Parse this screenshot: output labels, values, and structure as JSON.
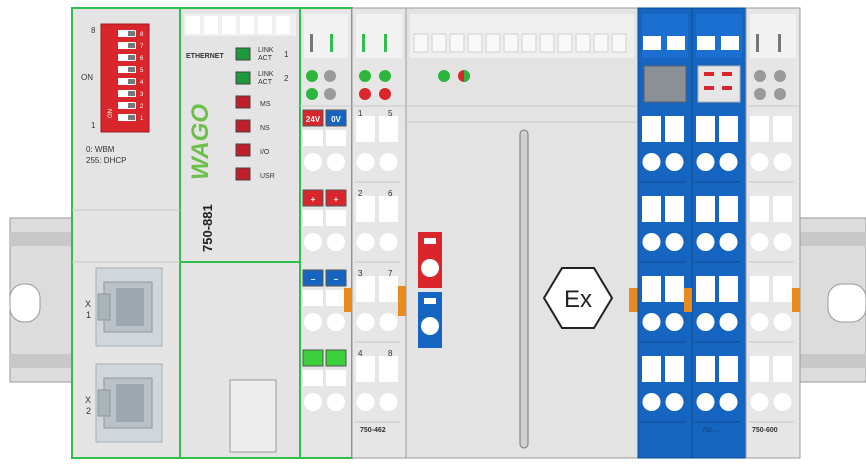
{
  "controller": {
    "model": "750-881",
    "brand": "WAGO",
    "dip_top_label": "8",
    "dip_on_label": "ON",
    "dip_bottom_label": "1",
    "dip_digits": [
      "1",
      "2",
      "3",
      "4",
      "5",
      "6",
      "7",
      "8"
    ],
    "dip_switch_on_text": "ON",
    "mode_line1": "0: WBM",
    "mode_line2": "255: DHCP",
    "ethernet_label": "ETHERNET",
    "leds": [
      {
        "label": "LINK ACT 1",
        "line1": "LINK",
        "line2": "ACT",
        "num": "1",
        "color": "#1e9a3c"
      },
      {
        "label": "LINK ACT 2",
        "line1": "LINK",
        "line2": "ACT",
        "num": "2",
        "color": "#1e9a3c"
      },
      {
        "label": "MS",
        "color": "#c01f2a"
      },
      {
        "label": "NS",
        "color": "#c01f2a"
      },
      {
        "label": "I/O",
        "color": "#c01f2a"
      },
      {
        "label": "USR",
        "color": "#c01f2a"
      }
    ],
    "port_x1": "X 1",
    "port_x1_line1": "X",
    "port_x1_line2": "1",
    "port_x2": "X 2",
    "port_x2_line1": "X",
    "port_x2_line2": "2"
  },
  "supply_module": {
    "labels": [
      "24V",
      "0V",
      "+",
      "+",
      "−",
      "−"
    ]
  },
  "io_module": {
    "model": "750-462",
    "terminal_numbers": [
      "1",
      "5",
      "2",
      "6",
      "3",
      "7",
      "4",
      "8"
    ]
  },
  "ex_module": {
    "symbol": "Ex"
  },
  "blue_module": {
    "model": "750-..."
  },
  "end_module": {
    "model": "750-600"
  },
  "colors": {
    "controller_green": "#2fbf4a",
    "module_grey": "#e3e3e3",
    "ex_blue": "#1565c0",
    "led_red": "#d8262c",
    "led_green": "#2db53d",
    "rail": "#d9d9d9"
  }
}
